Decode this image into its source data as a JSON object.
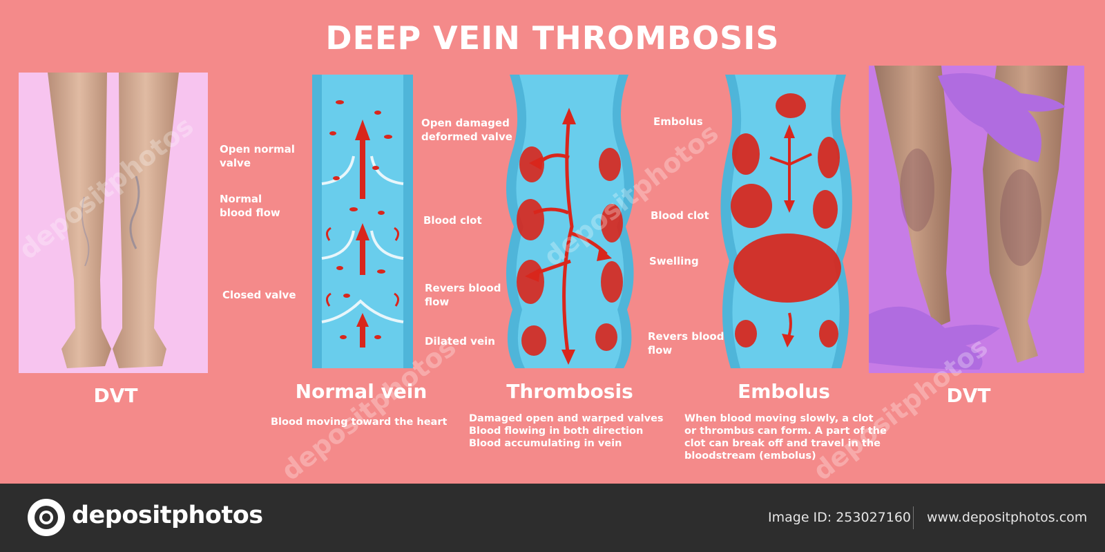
{
  "title": "DEEP VEIN THROMBOSIS",
  "labels": {
    "normal_vein": [
      "Open normal\nvalve",
      "Normal\nblood flow",
      "Closed valve"
    ],
    "thrombosis": [
      "Open damaged\ndeformed valve",
      "Blood clot",
      "Revers blood\nflow",
      "Dilated vein"
    ],
    "embolus": [
      "Embolus",
      "Blood clot",
      "Swelling",
      "Revers blood\nflow"
    ]
  },
  "panels": {
    "left_photo": "DVT",
    "normal_vein": {
      "name": "Normal vein",
      "caption": "Blood moving toward the heart"
    },
    "thrombosis": {
      "name": "Thrombosis",
      "caption": "Damaged open and warped valves\nBlood flowing in both direction\nBlood accumulating in vein"
    },
    "embolus": {
      "name": "Embolus",
      "caption": "When blood moving slowly, a clot\nor thrombus can form. A part of the\nclot can break off and travel in the\nbloodstream (embolus)"
    },
    "right_photo": "DVT"
  },
  "watermark": "depositphotos",
  "footer": {
    "brand": "depositphotos",
    "image_id": "Image ID: 253027160",
    "site": "www.depositphotos.com"
  },
  "colors": {
    "background": "#f48a8a",
    "vein_blue": "#5fc6e6",
    "blood_red": "#d9261c",
    "left_panel": "#f7c4ef",
    "right_panel": "#c77ce6",
    "footer": "#2d2d2d"
  }
}
